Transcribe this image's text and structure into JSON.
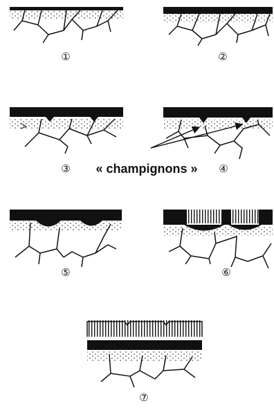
{
  "stages": [
    {
      "label": "①"
    },
    {
      "label": "②"
    },
    {
      "label": "③"
    },
    {
      "label": "④"
    },
    {
      "label": "⑤"
    },
    {
      "label": "⑥"
    },
    {
      "label": "⑦"
    }
  ],
  "caption": "« champignons »"
}
